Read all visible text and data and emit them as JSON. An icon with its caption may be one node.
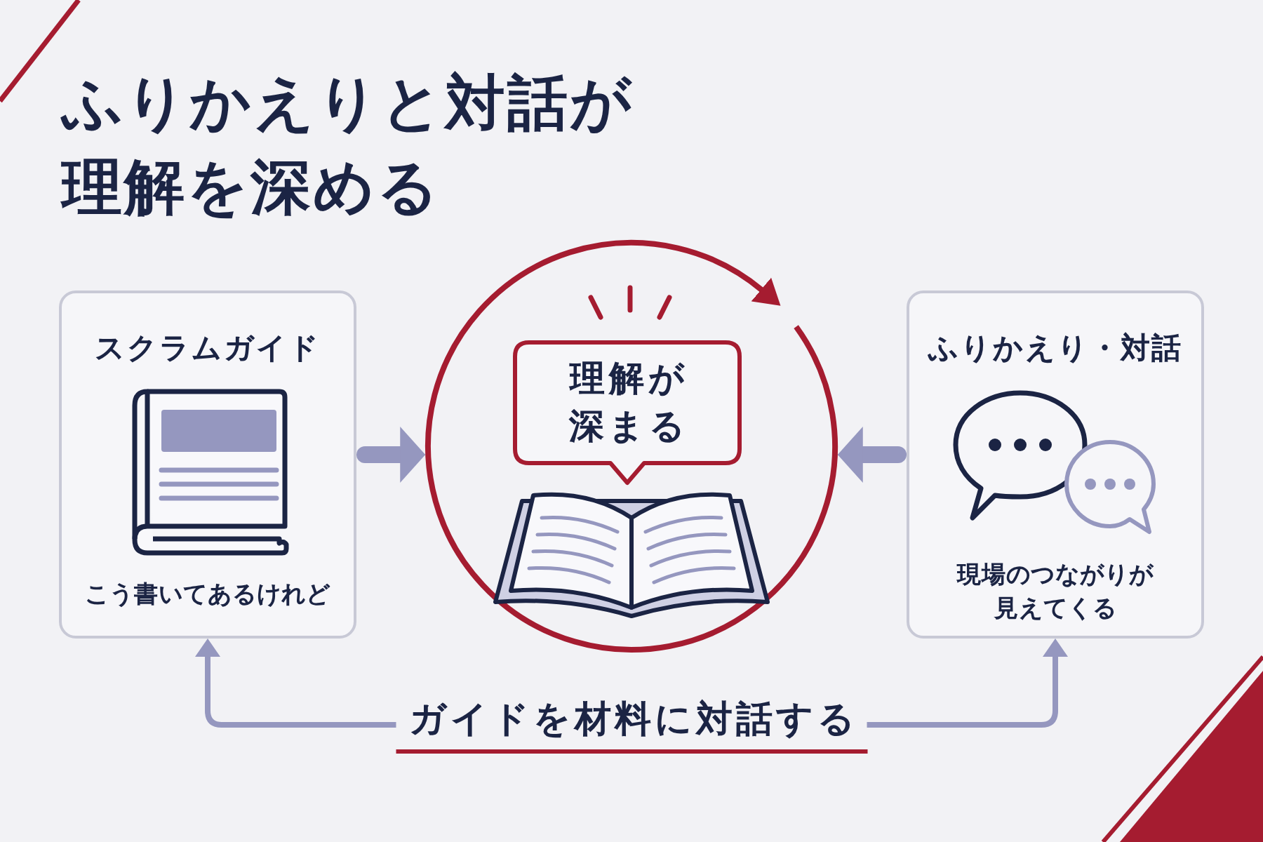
{
  "diagram": {
    "title": "ふりかえりと対話が理解を深める",
    "nodes": [
      {
        "text": [
          "スクラムガイド",
          "こう書いてあるけれど"
        ]
      },
      {
        "text": [],
        "shape": "circle"
      },
      {
        "text": [
          "理解が深まる"
        ],
        "in": 1
      },
      {
        "text": [
          "ふりかえり・対話",
          "現場のつながりが見えてくる"
        ]
      },
      {
        "text": [
          "ガイドを材料に対話する"
        ]
      }
    ],
    "edges": [
      {
        "from": 0,
        "to": 1,
        "arrow": "to",
        "style": "thick"
      },
      {
        "from": 3,
        "to": 1,
        "arrow": "to",
        "style": "thick"
      },
      {
        "from": 4,
        "to": 0,
        "arrow": "to"
      },
      {
        "from": 4,
        "to": 3,
        "arrow": "to"
      }
    ]
  }
}
